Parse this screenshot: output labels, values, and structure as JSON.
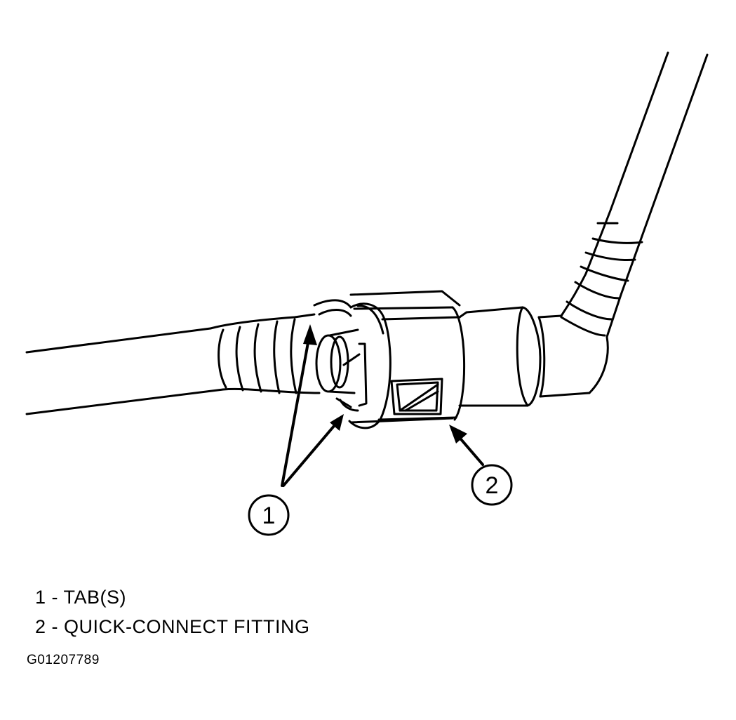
{
  "callouts": [
    {
      "number": "1"
    },
    {
      "number": "2"
    }
  ],
  "legend": [
    {
      "text": "1 - TAB(S)"
    },
    {
      "text": "2 - QUICK-CONNECT FITTING"
    }
  ],
  "figure_id": "G01207789"
}
